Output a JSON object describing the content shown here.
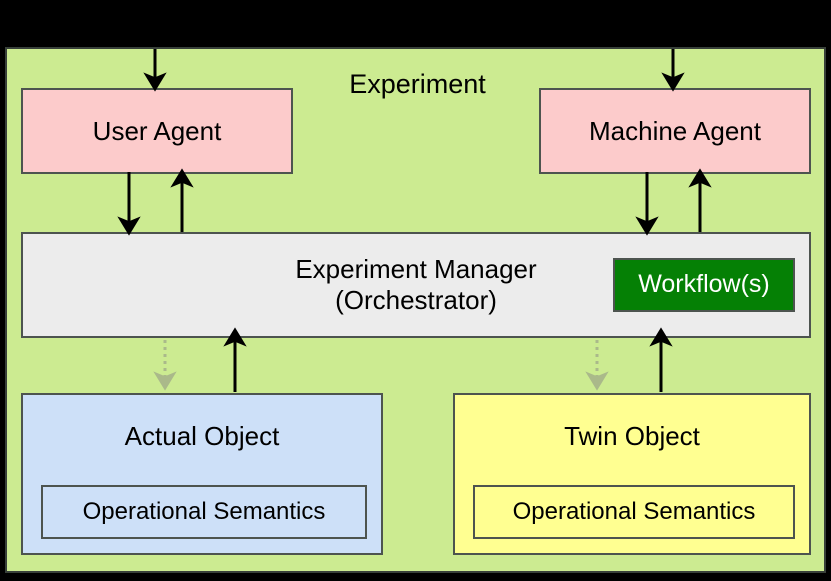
{
  "diagram": {
    "title": "Experiment",
    "background_color": "#000000",
    "panel_color": "#cceb91",
    "nodes": {
      "user_agent": {
        "label": "User Agent",
        "color": "#fccbcb"
      },
      "machine_agent": {
        "label": "Machine Agent",
        "color": "#fccbcb"
      },
      "experiment_manager": {
        "label_line1": "Experiment Manager",
        "label_line2": "(Orchestrator)",
        "color": "#ececec"
      },
      "workflows": {
        "label": "Workflow(s)",
        "color": "#058005",
        "text_color": "#ffffff"
      },
      "actual_object": {
        "label": "Actual Object",
        "color": "#cde0f8",
        "semantics_label": "Operational Semantics"
      },
      "twin_object": {
        "label": "Twin Object",
        "color": "#ffff91",
        "semantics_label": "Operational Semantics"
      }
    },
    "edges": [
      {
        "name": "external-to-user-agent",
        "style": "solid",
        "direction": "down"
      },
      {
        "name": "external-to-machine-agent",
        "style": "solid",
        "direction": "down"
      },
      {
        "name": "user-agent-to-manager",
        "style": "solid",
        "direction": "down"
      },
      {
        "name": "manager-to-user-agent",
        "style": "solid",
        "direction": "up"
      },
      {
        "name": "machine-agent-to-manager",
        "style": "solid",
        "direction": "down"
      },
      {
        "name": "manager-to-machine-agent",
        "style": "solid",
        "direction": "up"
      },
      {
        "name": "manager-to-actual-object",
        "style": "dotted",
        "direction": "down",
        "color": "#aab98a"
      },
      {
        "name": "actual-object-to-manager",
        "style": "solid",
        "direction": "up"
      },
      {
        "name": "manager-to-twin-object",
        "style": "dotted",
        "direction": "down",
        "color": "#aab98a"
      },
      {
        "name": "twin-object-to-manager",
        "style": "solid",
        "direction": "up"
      }
    ]
  }
}
